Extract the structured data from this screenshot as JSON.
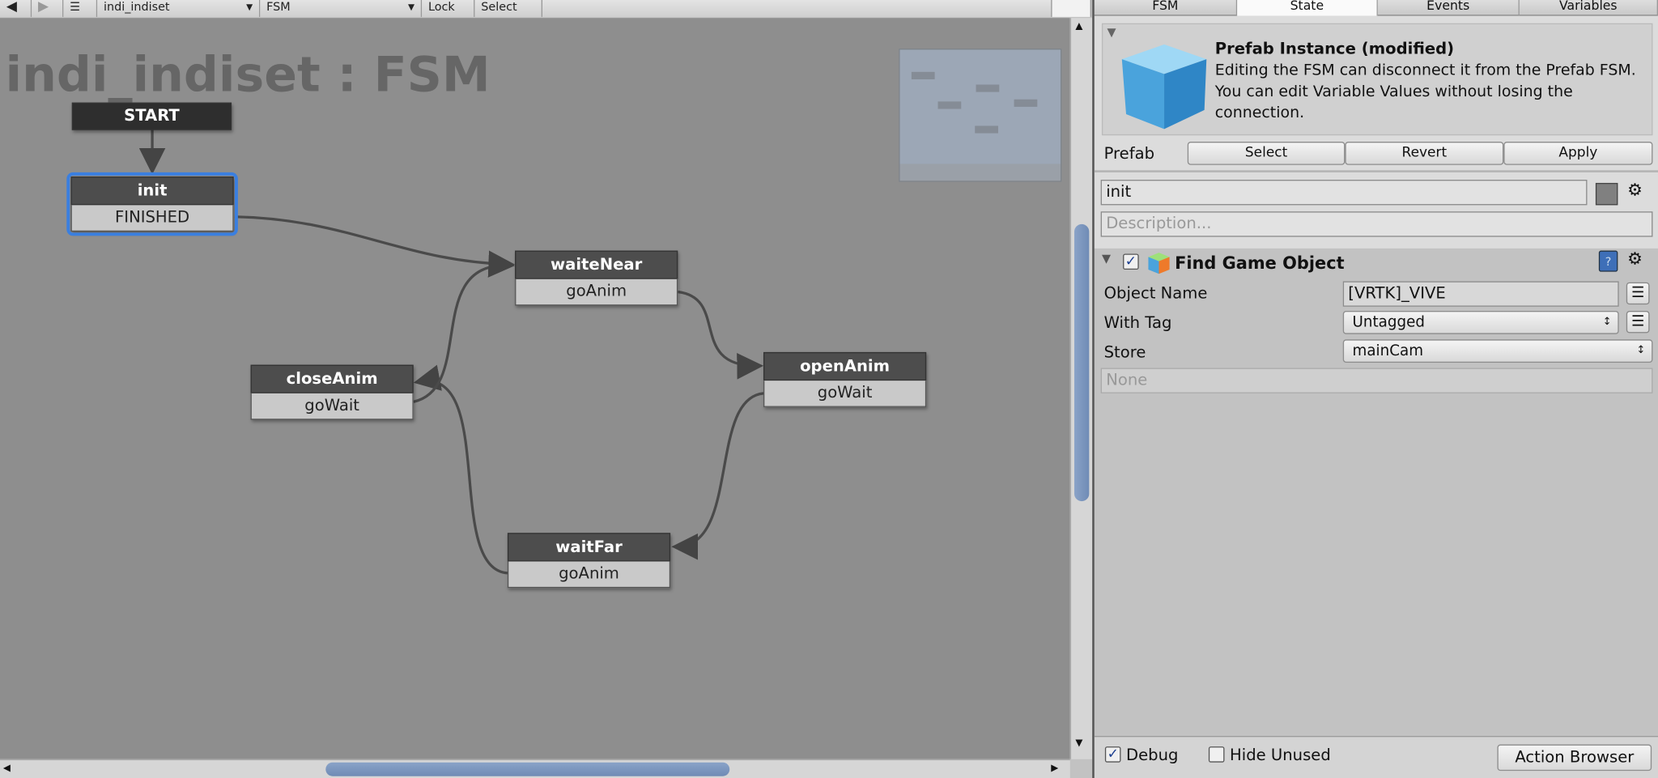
{
  "toolbar": {
    "back": "◀",
    "forward": "▶",
    "menu": "☰",
    "fsm_owner": "indi_indiset",
    "fsm_name": "FSM",
    "lock": "Lock",
    "select": "Select"
  },
  "graph": {
    "title": "indi_indiset : FSM",
    "start_label": "START",
    "states": [
      {
        "name": "init",
        "event": "FINISHED",
        "selected": true
      },
      {
        "name": "waiteNear",
        "event": "goAnim"
      },
      {
        "name": "closeAnim",
        "event": "goWait"
      },
      {
        "name": "openAnim",
        "event": "goWait"
      },
      {
        "name": "waitFar",
        "event": "goAnim"
      }
    ],
    "transitions": [
      [
        "START",
        "init"
      ],
      [
        "init",
        "waiteNear"
      ],
      [
        "waiteNear",
        "openAnim"
      ],
      [
        "openAnim",
        "waitFar"
      ],
      [
        "waitFar",
        "closeAnim"
      ],
      [
        "closeAnim",
        "waiteNear"
      ]
    ]
  },
  "inspector": {
    "tabs": [
      "FSM",
      "State",
      "Events",
      "Variables"
    ],
    "active_tab": "State",
    "prefab_box": {
      "title": "Prefab Instance (modified)",
      "text": "Editing the FSM can disconnect it from the Prefab FSM. You can edit Variable Values without losing the connection."
    },
    "prefab_label": "Prefab",
    "prefab_buttons": [
      "Select",
      "Revert",
      "Apply"
    ],
    "state_name": "init",
    "description_placeholder": "Description...",
    "action": {
      "title": "Find Game Object",
      "enabled": true,
      "fields": [
        {
          "label": "Object Name",
          "value": "[VRTK]_VIVE"
        },
        {
          "label": "With Tag",
          "value": "Untagged"
        },
        {
          "label": "Store",
          "value": "mainCam"
        }
      ],
      "store_hint": "None"
    },
    "footer": {
      "debug": "Debug",
      "debug_checked": true,
      "hide_unused": "Hide Unused",
      "hide_unused_checked": false,
      "action_browser": "Action Browser"
    }
  }
}
